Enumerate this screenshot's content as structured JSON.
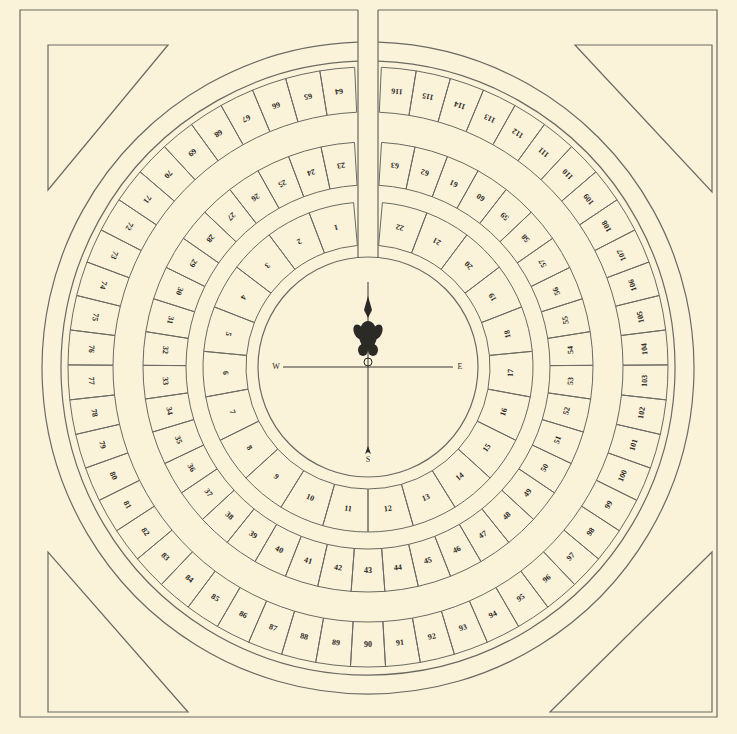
{
  "diagram": {
    "nodes": [
      {
        "text": [
          "1"
        ]
      },
      {
        "text": [
          "2"
        ]
      },
      {
        "text": [
          "3"
        ]
      },
      {
        "text": [
          "4"
        ]
      },
      {
        "text": [
          "5"
        ]
      },
      {
        "text": [
          "6"
        ]
      },
      {
        "text": [
          "7"
        ]
      },
      {
        "text": [
          "8"
        ]
      },
      {
        "text": [
          "9"
        ]
      },
      {
        "text": [
          "10"
        ]
      },
      {
        "text": [
          "11"
        ]
      },
      {
        "text": [
          "12"
        ]
      },
      {
        "text": [
          "13"
        ]
      },
      {
        "text": [
          "14"
        ]
      },
      {
        "text": [
          "15"
        ]
      },
      {
        "text": [
          "16"
        ]
      },
      {
        "text": [
          "17"
        ]
      },
      {
        "text": [
          "18"
        ]
      },
      {
        "text": [
          "19"
        ]
      },
      {
        "text": [
          "20"
        ]
      },
      {
        "text": [
          "21"
        ]
      },
      {
        "text": [
          "22"
        ]
      },
      {
        "text": [
          "23"
        ]
      },
      {
        "text": [
          "24"
        ]
      },
      {
        "text": [
          "25"
        ]
      },
      {
        "text": [
          "26"
        ]
      },
      {
        "text": [
          "27"
        ]
      },
      {
        "text": [
          "28"
        ]
      },
      {
        "text": [
          "29"
        ]
      },
      {
        "text": [
          "30"
        ]
      },
      {
        "text": [
          "31"
        ]
      },
      {
        "text": [
          "32"
        ]
      },
      {
        "text": [
          "33"
        ]
      },
      {
        "text": [
          "34"
        ]
      },
      {
        "text": [
          "35"
        ]
      },
      {
        "text": [
          "36"
        ]
      },
      {
        "text": [
          "37"
        ]
      },
      {
        "text": [
          "38"
        ]
      },
      {
        "text": [
          "39"
        ]
      },
      {
        "text": [
          "40"
        ]
      },
      {
        "text": [
          "41"
        ]
      },
      {
        "text": [
          "42"
        ]
      },
      {
        "text": [
          "43"
        ]
      },
      {
        "text": [
          "44"
        ]
      },
      {
        "text": [
          "45"
        ]
      },
      {
        "text": [
          "46"
        ]
      },
      {
        "text": [
          "47"
        ]
      },
      {
        "text": [
          "48"
        ]
      },
      {
        "text": [
          "49"
        ]
      },
      {
        "text": [
          "50"
        ]
      },
      {
        "text": [
          "51"
        ]
      },
      {
        "text": [
          "52"
        ]
      },
      {
        "text": [
          "53"
        ]
      },
      {
        "text": [
          "54"
        ]
      },
      {
        "text": [
          "55"
        ]
      },
      {
        "text": [
          "56"
        ]
      },
      {
        "text": [
          "57"
        ]
      },
      {
        "text": [
          "58"
        ]
      },
      {
        "text": [
          "59"
        ]
      },
      {
        "text": [
          "60"
        ]
      },
      {
        "text": [
          "61"
        ]
      },
      {
        "text": [
          "62"
        ]
      },
      {
        "text": [
          "63"
        ]
      },
      {
        "text": [
          "64"
        ]
      },
      {
        "text": [
          "65"
        ]
      },
      {
        "text": [
          "66"
        ]
      },
      {
        "text": [
          "67"
        ]
      },
      {
        "text": [
          "68"
        ]
      },
      {
        "text": [
          "69"
        ]
      },
      {
        "text": [
          "70"
        ]
      },
      {
        "text": [
          "71"
        ]
      },
      {
        "text": [
          "72"
        ]
      },
      {
        "text": [
          "73"
        ]
      },
      {
        "text": [
          "74"
        ]
      },
      {
        "text": [
          "75"
        ]
      },
      {
        "text": [
          "76"
        ]
      },
      {
        "text": [
          "77"
        ]
      },
      {
        "text": [
          "78"
        ]
      },
      {
        "text": [
          "79"
        ]
      },
      {
        "text": [
          "80"
        ]
      },
      {
        "text": [
          "81"
        ]
      },
      {
        "text": [
          "82"
        ]
      },
      {
        "text": [
          "83"
        ]
      },
      {
        "text": [
          "84"
        ]
      },
      {
        "text": [
          "85"
        ]
      },
      {
        "text": [
          "86"
        ]
      },
      {
        "text": [
          "87"
        ]
      },
      {
        "text": [
          "88"
        ]
      },
      {
        "text": [
          "89"
        ]
      },
      {
        "text": [
          "90"
        ]
      },
      {
        "text": [
          "91"
        ]
      },
      {
        "text": [
          "92"
        ]
      },
      {
        "text": [
          "93"
        ]
      },
      {
        "text": [
          "94"
        ]
      },
      {
        "text": [
          "95"
        ]
      },
      {
        "text": [
          "96"
        ]
      },
      {
        "text": [
          "97"
        ]
      },
      {
        "text": [
          "98"
        ]
      },
      {
        "text": [
          "99"
        ]
      },
      {
        "text": [
          "100"
        ]
      },
      {
        "text": [
          "101"
        ]
      },
      {
        "text": [
          "102"
        ]
      },
      {
        "text": [
          "103"
        ]
      },
      {
        "text": [
          "104"
        ]
      },
      {
        "text": [
          "105"
        ]
      },
      {
        "text": [
          "106"
        ]
      },
      {
        "text": [
          "107"
        ]
      },
      {
        "text": [
          "108"
        ]
      },
      {
        "text": [
          "109"
        ]
      },
      {
        "text": [
          "110"
        ]
      },
      {
        "text": [
          "111"
        ]
      },
      {
        "text": [
          "112"
        ]
      },
      {
        "text": [
          "113"
        ]
      },
      {
        "text": [
          "114"
        ]
      },
      {
        "text": [
          "115"
        ]
      },
      {
        "text": [
          "116"
        ]
      }
    ],
    "labels": [
      "W",
      "E",
      "S"
    ]
  }
}
